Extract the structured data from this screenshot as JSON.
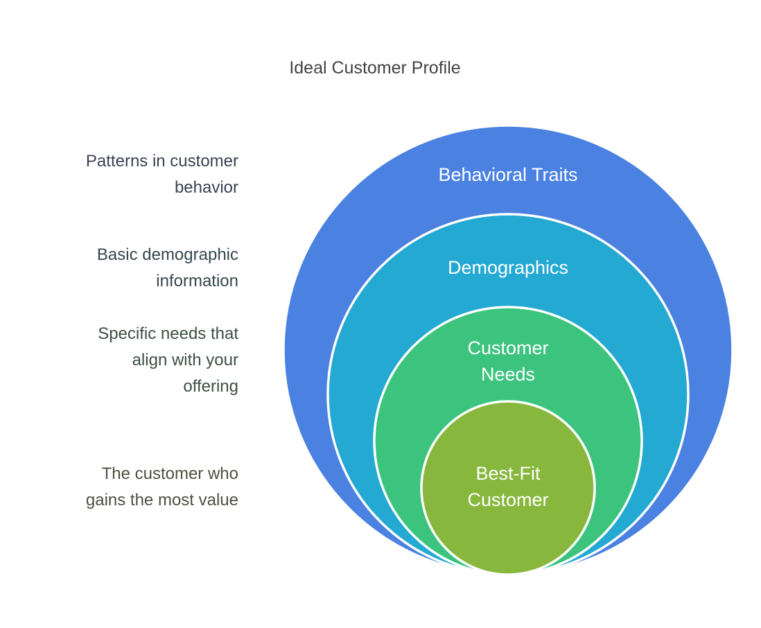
{
  "title": "Ideal Customer Profile",
  "rings": [
    {
      "id": "behavioral-traits",
      "label": "Behavioral Traits",
      "description": "Patterns in customer behavior",
      "fill": "#4b81e1",
      "description_color": "#394251"
    },
    {
      "id": "demographics",
      "label": "Demographics",
      "description": "Basic demographic information",
      "fill": "#24a9d3",
      "description_color": "#35464e"
    },
    {
      "id": "customer-needs",
      "label": "Customer Needs",
      "description": "Specific needs that align with your offering",
      "fill": "#3cc47e",
      "description_color": "#3d4f44"
    },
    {
      "id": "best-fit-customer",
      "label": "Best-Fit Customer",
      "description": "The customer who gains the most value",
      "fill": "#87b83d",
      "description_color": "#4c513f"
    }
  ],
  "colors": {
    "background": "#ffffff",
    "title_text": "#424242",
    "ring_label_text": "#ffffff",
    "ring_stroke": "#ffffff"
  }
}
